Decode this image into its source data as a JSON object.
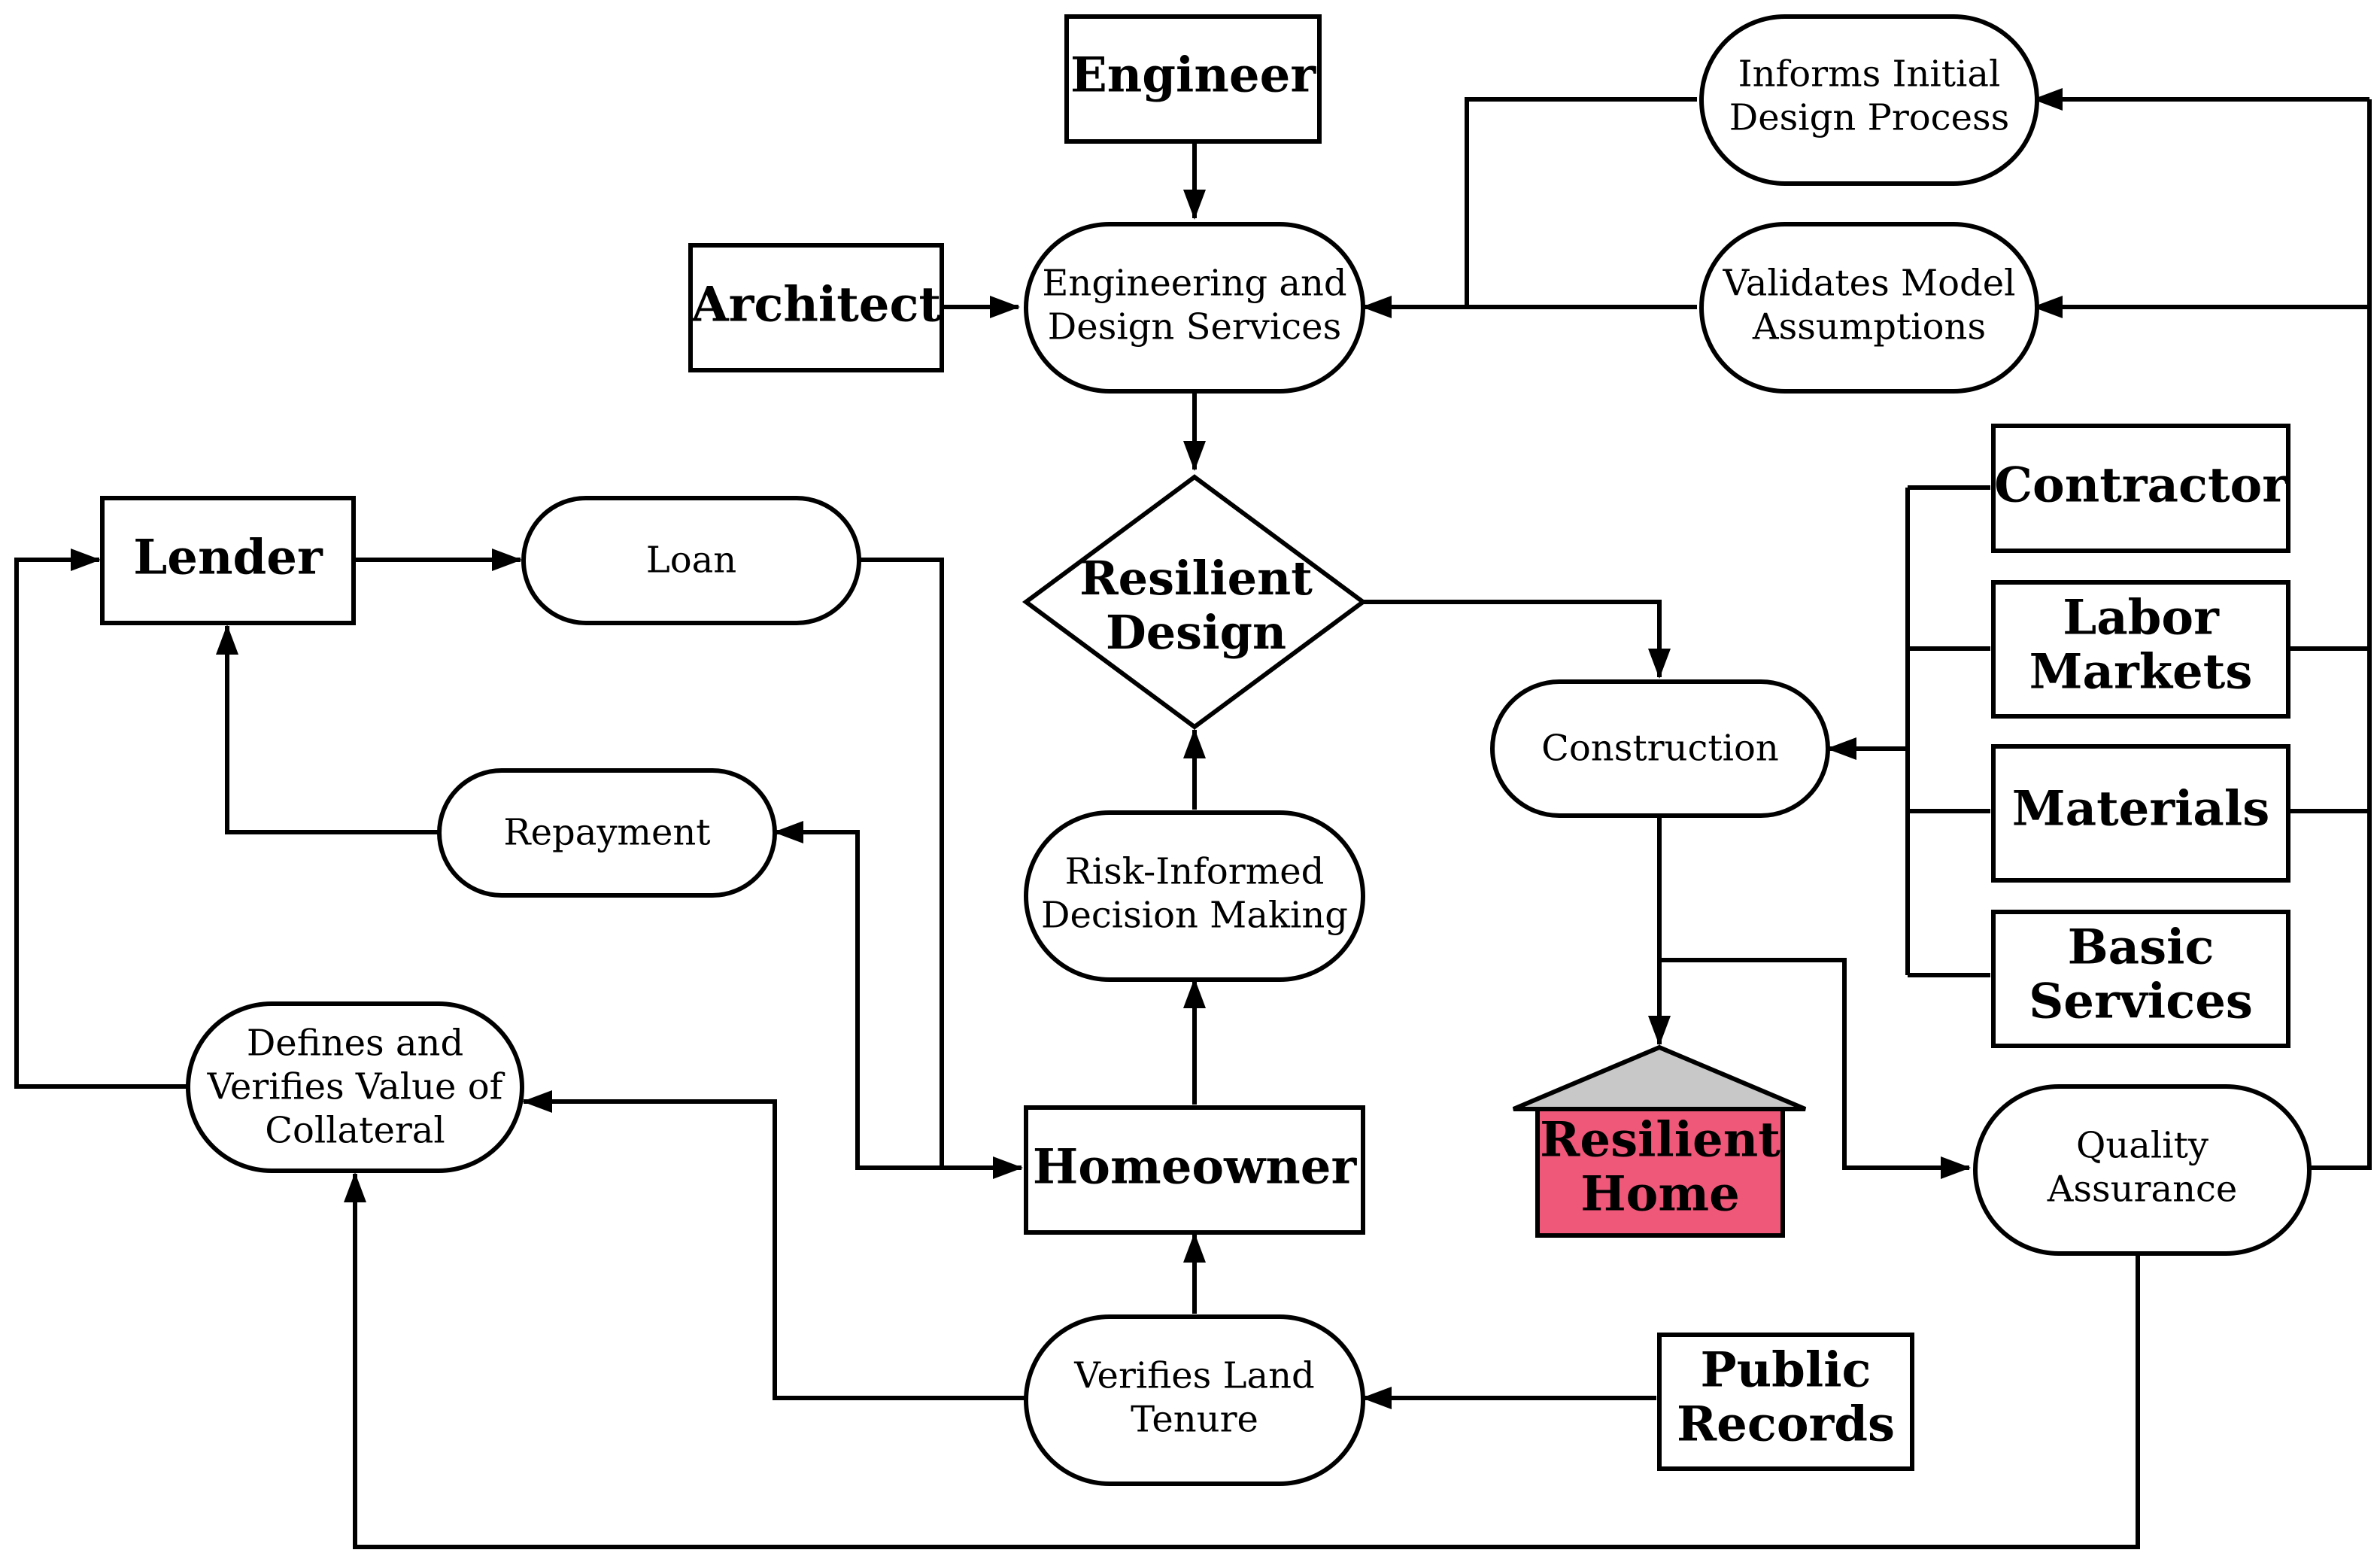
{
  "colors": {
    "stroke": "#000000",
    "background": "#ffffff",
    "roof": "#c8c8c8",
    "home": "#f0587a"
  },
  "actors": {
    "engineer": "Engineer",
    "architect": "Architect",
    "lender": "Lender",
    "contractor": "Contractor",
    "labor_markets": [
      "Labor",
      "Markets"
    ],
    "materials": "Materials",
    "basic_services": [
      "Basic",
      "Services"
    ],
    "homeowner": "Homeowner",
    "public_records": [
      "Public",
      "Records"
    ]
  },
  "processes": {
    "informs_initial": [
      "Informs Initial",
      "Design Process"
    ],
    "engineering_design": [
      "Engineering and",
      "Design Services"
    ],
    "validates_model": [
      "Validates Model",
      "Assumptions"
    ],
    "loan": "Loan",
    "repayment": "Repayment",
    "construction": "Construction",
    "risk_informed": [
      "Risk-Informed",
      "Decision Making"
    ],
    "defines_verifies": [
      "Defines and",
      "Verifies Value of",
      "Collateral"
    ],
    "quality_assurance": [
      "Quality",
      "Assurance"
    ],
    "verifies_land": [
      "Verifies Land",
      "Tenure"
    ]
  },
  "decision": {
    "resilient_design": [
      "Resilient",
      "Design"
    ]
  },
  "outcome": {
    "resilient_home": [
      "Resilient",
      "Home"
    ]
  }
}
